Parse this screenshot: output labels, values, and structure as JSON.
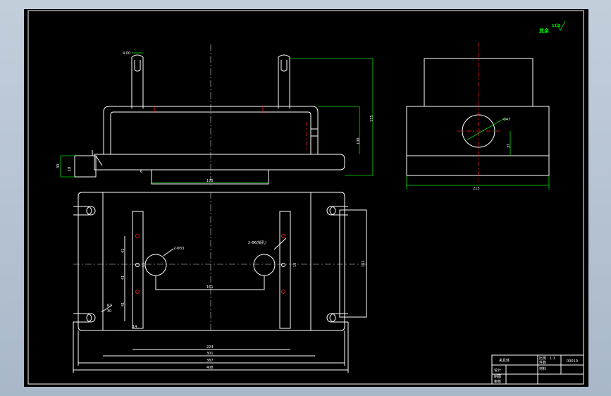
{
  "drawing": {
    "roughness_note": "其余",
    "roughness_value": "12.5",
    "dims_front": {
      "stud_width": "4.00",
      "overall_height": "175",
      "inner_height": "108",
      "side_block_height": "30",
      "lower_step": "18",
      "slot_length": "175",
      "slot_depth": "6"
    },
    "dims_side": {
      "hole_dia": "Φ47",
      "hole_height": "37",
      "overall_width": "213"
    },
    "dims_plan": {
      "hole_label_left": "2-Φ33",
      "hole_label_right": "2-Φ6(销孔)",
      "pitch_a": "41",
      "pitch_b": "41",
      "pitch_c": "41",
      "center_span": "161",
      "depth_left": "15",
      "depth_right": "15",
      "slot_r": "R7",
      "slot_w": "30",
      "strip_w": "14",
      "inner_len": "224",
      "mid_len": "301",
      "outer_len": "387",
      "total_len": "408"
    },
    "title_block": {
      "part_name": "夹具体",
      "scale_label": "比例",
      "scale_value": "1:1",
      "drawing_no": "00010",
      "row_qty": "件数",
      "row_material": "材料",
      "design": "设计",
      "draw": "制图",
      "check": "审核"
    }
  }
}
